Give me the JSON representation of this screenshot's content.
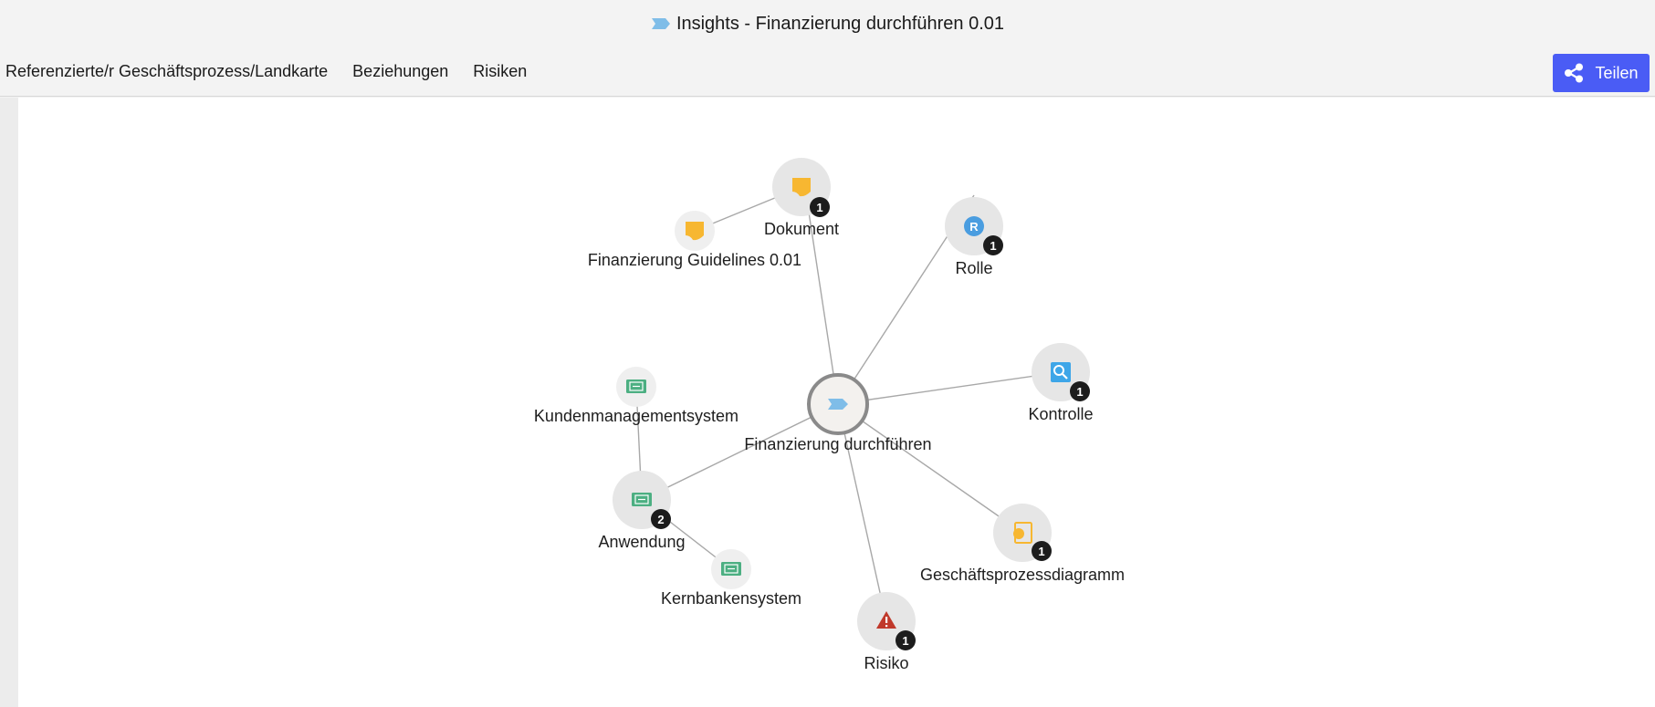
{
  "header": {
    "title": "Insights - Finanzierung durchführen 0.01",
    "title_icon": "process-tag-icon"
  },
  "nav": {
    "tabs": [
      {
        "label": "Referenzierte/r Geschäftsprozess/Landkarte"
      },
      {
        "label": "Beziehungen"
      },
      {
        "label": "Risiken"
      }
    ],
    "share_label": "Teilen",
    "share_color": "#4a5cf5"
  },
  "graph": {
    "center": {
      "label": "Finanzierung durchführen",
      "icon": "process-tag-icon"
    },
    "categories": [
      {
        "label": "Dokument",
        "count": "1",
        "icon": "document-icon"
      },
      {
        "label": "Rolle",
        "count": "1",
        "icon": "role-icon"
      },
      {
        "label": "Kontrolle",
        "count": "1",
        "icon": "control-icon"
      },
      {
        "label": "Geschäftsprozessdiagramm",
        "count": "1",
        "icon": "process-diagram-icon"
      },
      {
        "label": "Risiko",
        "count": "1",
        "icon": "risk-icon"
      },
      {
        "label": "Anwendung",
        "count": "2",
        "icon": "application-icon"
      }
    ],
    "items": [
      {
        "label": "Finanzierung Guidelines 0.01",
        "icon": "document-icon"
      },
      {
        "label": "Kundenmanagementsystem",
        "icon": "application-icon"
      },
      {
        "label": "Kernbankensystem",
        "icon": "application-icon"
      }
    ]
  },
  "colors": {
    "document": "#f7b731",
    "role": "#4a9de0",
    "control": "#3ea6e8",
    "risk": "#c0392b",
    "application": "#4caf82",
    "process": "#7fbde8"
  }
}
